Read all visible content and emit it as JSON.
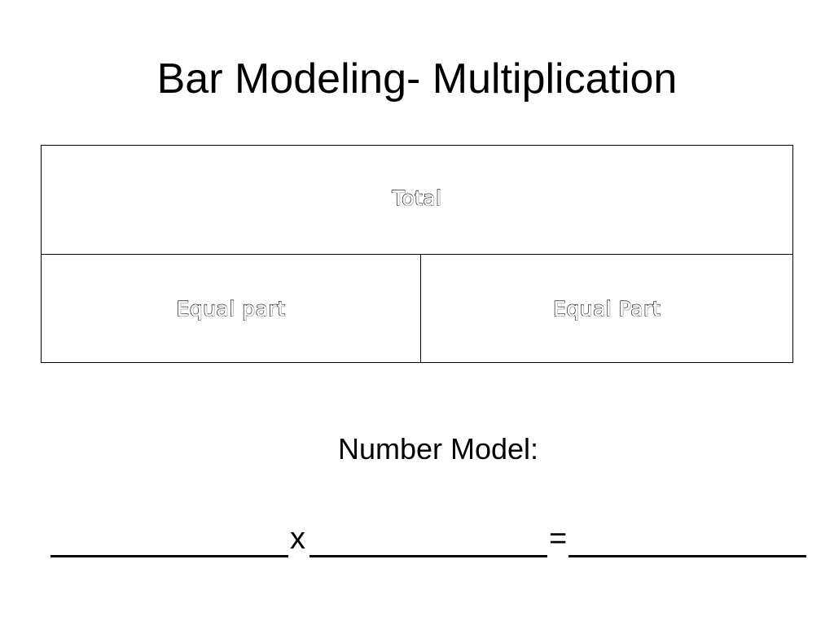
{
  "slide": {
    "title": "Bar Modeling- Multiplication"
  },
  "bar_model": {
    "total_label": "Total",
    "parts": [
      {
        "label": "Equal part"
      },
      {
        "label": "Equal Part"
      }
    ]
  },
  "number_model": {
    "label": "Number Model:",
    "operator_times": "x",
    "operator_equals": "="
  }
}
